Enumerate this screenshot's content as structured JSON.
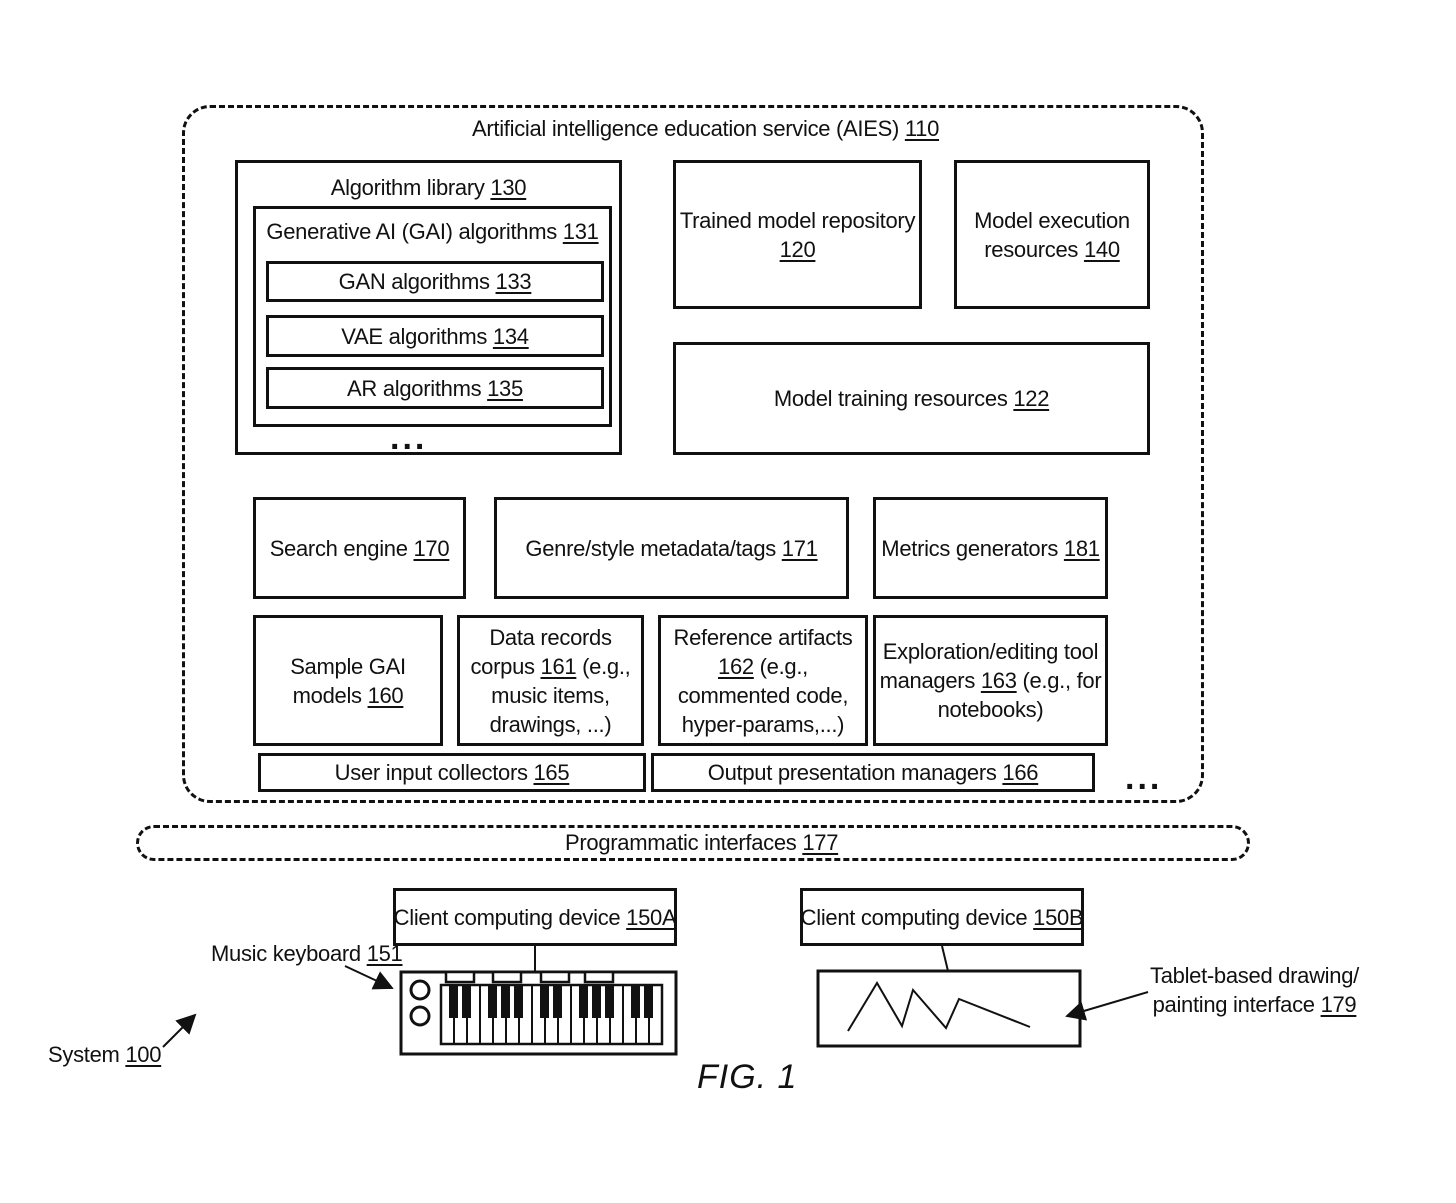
{
  "aies": {
    "text": "Artificial intelligence education service (AIES)",
    "num": "110"
  },
  "algorithm_library": {
    "text": "Algorithm library",
    "num": "130"
  },
  "gai_algorithms": {
    "text": "Generative AI (GAI) algorithms",
    "num": "131"
  },
  "gan": {
    "text": "GAN algorithms",
    "num": "133"
  },
  "vae": {
    "text": "VAE algorithms",
    "num": "134"
  },
  "ar": {
    "text": "AR algorithms",
    "num": "135"
  },
  "trained_repo": {
    "line1": "Trained model repository",
    "num": "120"
  },
  "model_exec": {
    "line1": "Model execution",
    "line2": "resources",
    "num": "140"
  },
  "model_training": {
    "text": "Model training resources",
    "num": "122"
  },
  "search_engine": {
    "text": "Search engine",
    "num": "170"
  },
  "genre": {
    "text": "Genre/style metadata/tags",
    "num": "171"
  },
  "metrics": {
    "text": "Metrics generators",
    "num": "181"
  },
  "sample_gai": {
    "line1": "Sample GAI",
    "line2": "models",
    "num": "160"
  },
  "data_records": {
    "line1": "Data records",
    "line2a": "corpus",
    "num": "161",
    "line2b": "(e.g.,",
    "line3": "music items,",
    "line4": "drawings, ...)"
  },
  "reference": {
    "line1": "Reference artifacts",
    "num": "162",
    "line2b": "(e.g.,",
    "line3": "commented code,",
    "line4": "hyper-params,...)"
  },
  "exploration": {
    "line1": "Exploration/editing tool",
    "line2a": "managers",
    "num": "163",
    "line2b": "(e.g., for",
    "line3": "notebooks)"
  },
  "user_input": {
    "text": "User input collectors",
    "num": "165"
  },
  "output_pres": {
    "text": "Output presentation managers",
    "num": "166"
  },
  "ellipsis": "...",
  "programmatic": {
    "text": "Programmatic interfaces",
    "num": "177"
  },
  "client_a": {
    "text": "Client computing device",
    "num": "150A"
  },
  "client_b": {
    "text": "Client computing device",
    "num": "150B"
  },
  "music_keyboard": {
    "text": "Music keyboard",
    "num": "151"
  },
  "tablet": {
    "line1": "Tablet-based drawing/",
    "line2": "painting interface",
    "num": "179"
  },
  "system": {
    "text": "System",
    "num": "100"
  },
  "fig": "FIG. 1"
}
